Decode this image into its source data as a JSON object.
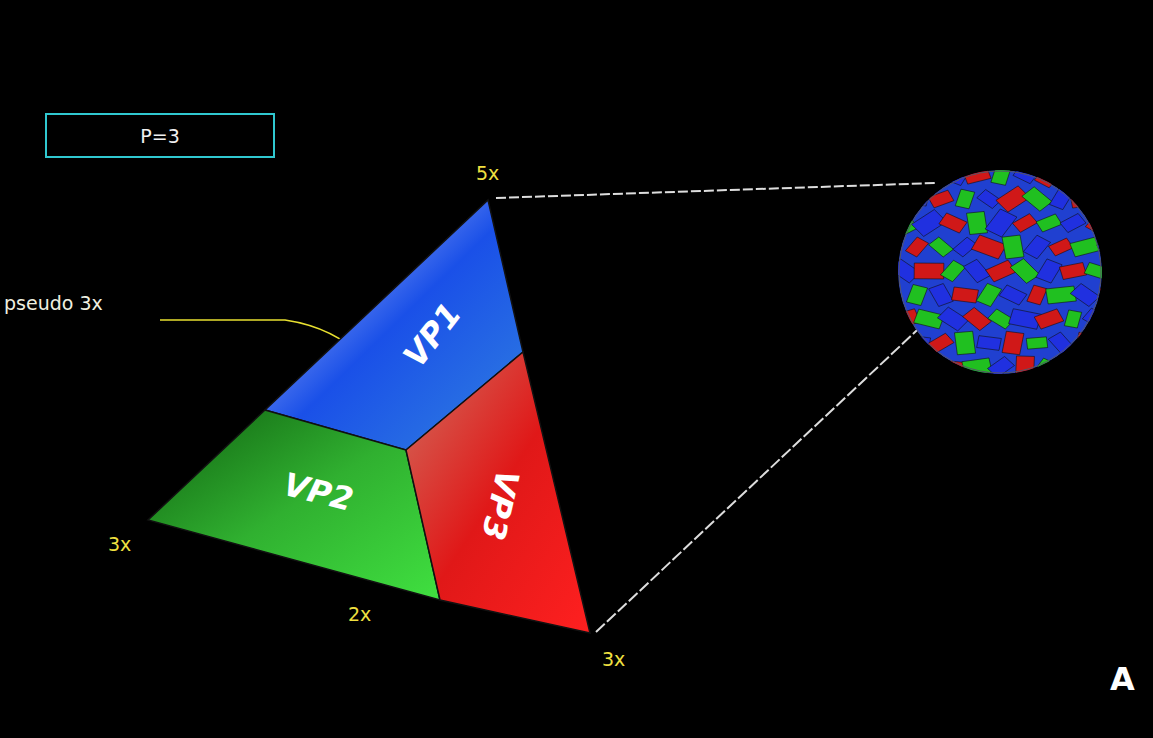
{
  "diagram": {
    "nodes": [
      {
        "text": [
          "P=3"
        ]
      },
      {
        "text": [
          "VP1"
        ]
      },
      {
        "text": [
          "VP2"
        ]
      },
      {
        "text": [
          "VP3"
        ]
      }
    ],
    "edges": [],
    "labels": [
      "5x",
      "pseudo 3x",
      "3x",
      "2x",
      "3x",
      "A"
    ]
  }
}
